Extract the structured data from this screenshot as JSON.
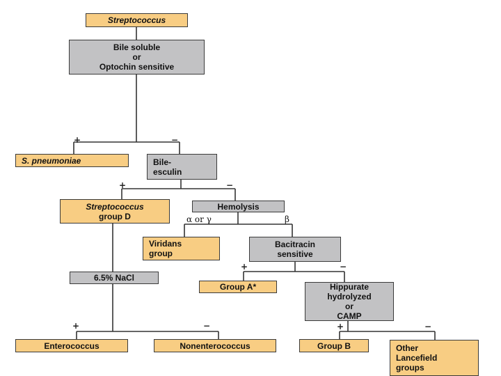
{
  "title": "Streptococcus",
  "nodes": {
    "bile_soluble": [
      "Bile soluble",
      "or",
      "Optochin sensitive"
    ],
    "s_pneumoniae": "S. pneumoniae",
    "bile_esculin": [
      "Bile-",
      "esculin"
    ],
    "strep_group_d": [
      "Streptococcus",
      "group D"
    ],
    "hemolysis": "Hemolysis",
    "viridans": [
      "Viridans",
      "group"
    ],
    "bacitracin": [
      "Bacitracin",
      "sensitive"
    ],
    "nacl": "6.5% NaCl",
    "group_a": "Group A*",
    "hippurate": [
      "Hippurate",
      "hydrolyzed",
      "or",
      "CAMP"
    ],
    "enterococcus": "Enterococcus",
    "nonenterococcus": "Nonenterococcus",
    "group_b": "Group B",
    "other_lancefield": [
      "Other",
      "Lancefield",
      "groups"
    ]
  },
  "edge_labels": {
    "plus": "+",
    "minus": "−",
    "alpha_gamma": "α or γ",
    "beta": "β"
  },
  "colors": {
    "positive_result": "#f8cd83",
    "test": "#c2c2c4",
    "line": "#333333"
  }
}
